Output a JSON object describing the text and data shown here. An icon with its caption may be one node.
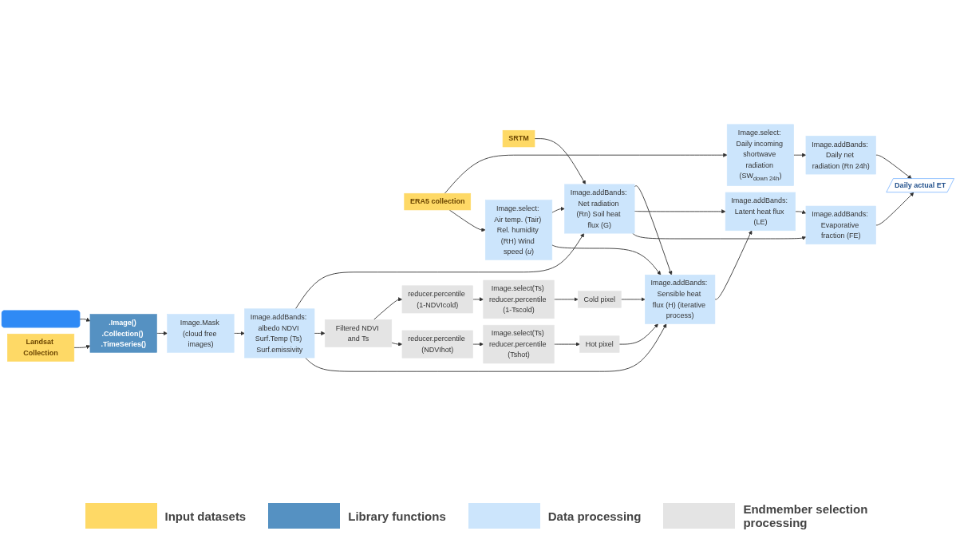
{
  "diagram": {
    "nodes": [
      {
        "text": [],
        "shape": "box"
      },
      {
        "text": [
          ".Image() .Collection() .TimeSeries()"
        ]
      },
      {
        "text": [
          "SRTM"
        ]
      },
      {
        "text": [
          "Landsat Collection"
        ]
      },
      {
        "text": [
          "Image.Mask (cloud free images)"
        ]
      },
      {
        "text": [
          "Image.addBands: albedo NDVI Surf.Temp (Ts) Surf.emissivity"
        ]
      },
      {
        "text": [
          "Image.addBands: Net radiation (Rn) Soil heat flux (G)"
        ]
      },
      {
        "text": [
          "ERA5 collection"
        ]
      },
      {
        "text": [
          "Image.select: Daily incoming shortwave radiation (SW$_{down 24h}$)"
        ]
      },
      {
        "text": [
          "Image.addBands: Daily net radiation (Rn 24h)"
        ]
      },
      {
        "text": [
          "Image.select: Air temp. (Tair) Rel. humidity (RH) Wind speed (*u*)"
        ]
      },
      {
        "text": [
          "Filtered NDVI and Ts"
        ]
      },
      {
        "text": [
          "reducer.percentile (1-NDVIcold)"
        ]
      },
      {
        "text": [
          "reducer.percentile (NDVIhot)"
        ]
      },
      {
        "text": [
          "Image.select(Ts) reducer.percentile (1-Tscold)"
        ]
      },
      {
        "text": [
          "Image.select(Ts) reducer.percentile (Tshot)"
        ]
      },
      {
        "text": [
          "Cold pixel"
        ]
      },
      {
        "text": [
          "Hot pixel"
        ]
      },
      {
        "text": [
          "Image.addBands: Sensible heat flux (H) (iterative process)"
        ]
      },
      {
        "text": [
          "Image.addBands: Latent heat flux (LE)"
        ]
      },
      {
        "text": [
          "Image.addBands: Evaporative fraction (FE)"
        ]
      },
      {
        "text": [
          "Daily actual ET"
        ]
      }
    ],
    "edges": [
      {
        "from": 0,
        "to": 1,
        "arrow": "to"
      },
      {
        "from": 3,
        "to": 1,
        "arrow": "to"
      },
      {
        "from": 1,
        "to": 4,
        "arrow": "to"
      },
      {
        "from": 4,
        "to": 5,
        "arrow": "to"
      },
      {
        "from": 5,
        "to": 6,
        "arrow": "to"
      },
      {
        "from": 2,
        "to": 6,
        "arrow": "to"
      },
      {
        "from": 10,
        "to": 6,
        "arrow": "to"
      },
      {
        "from": 5,
        "to": 11,
        "arrow": "to"
      },
      {
        "from": 11,
        "to": 12,
        "arrow": "to"
      },
      {
        "from": 11,
        "to": 13,
        "arrow": "to"
      },
      {
        "from": 12,
        "to": 14,
        "arrow": "to"
      },
      {
        "from": 13,
        "to": 15,
        "arrow": "to"
      },
      {
        "from": 14,
        "to": 16,
        "arrow": "to"
      },
      {
        "from": 15,
        "to": 17,
        "arrow": "to"
      },
      {
        "from": 7,
        "to": 8,
        "arrow": "to"
      },
      {
        "from": 7,
        "to": 10,
        "arrow": "to"
      },
      {
        "from": 8,
        "to": 9,
        "arrow": "to"
      },
      {
        "from": 10,
        "to": 18,
        "arrow": "to"
      },
      {
        "from": 5,
        "to": 18,
        "arrow": "to"
      },
      {
        "from": 16,
        "to": 18,
        "arrow": "to"
      },
      {
        "from": 17,
        "to": 18,
        "arrow": "to"
      },
      {
        "from": 6,
        "to": 18,
        "arrow": "to"
      },
      {
        "from": 6,
        "to": 19,
        "arrow": "to"
      },
      {
        "from": 6,
        "to": 20,
        "arrow": "to"
      },
      {
        "from": 18,
        "to": 19,
        "arrow": "to"
      },
      {
        "from": 19,
        "to": 20,
        "arrow": "to"
      },
      {
        "from": 20,
        "to": 21,
        "arrow": "to"
      },
      {
        "from": 9,
        "to": 21,
        "arrow": "to"
      }
    ],
    "legend": [
      {
        "text": "Input datasets",
        "color": "#fed966"
      },
      {
        "text": "Library functions",
        "color": "#5591c2"
      },
      {
        "text": "Data processing",
        "color": "#cce5fc"
      },
      {
        "text": "Endmember selection processing",
        "color": "#e4e4e4"
      }
    ]
  }
}
